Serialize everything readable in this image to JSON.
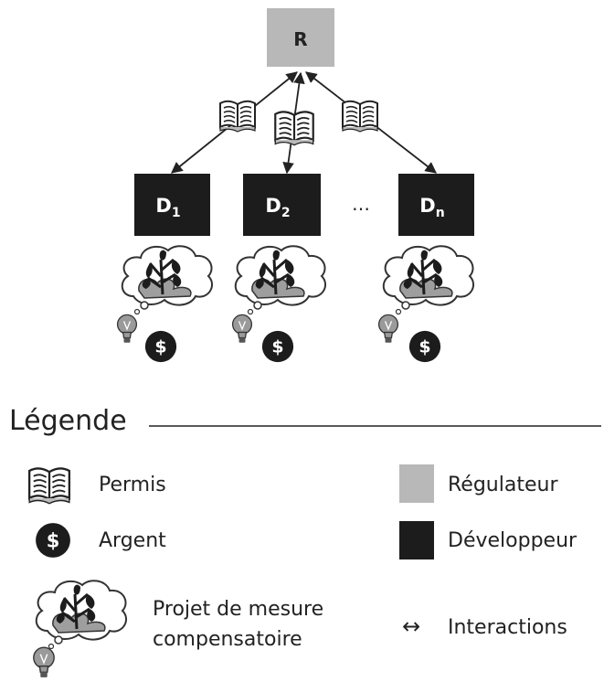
{
  "regulator": {
    "label": "R",
    "color": "#b8b8b8"
  },
  "developers": [
    {
      "label": "D",
      "sub": "1"
    },
    {
      "label": "D",
      "sub": "2"
    },
    {
      "label": "D",
      "sub": "n"
    }
  ],
  "ellipsis": "…",
  "developer_color": "#1c1c1c",
  "legend": {
    "title": "Légende",
    "items": {
      "permit": "Permis",
      "money": "Argent",
      "project_line1": "Projet de mesure",
      "project_line2": "compensatoire",
      "regulator": "Régulateur",
      "developer": "Développeur",
      "interactions_symbol": "↔",
      "interactions": "Interactions"
    }
  },
  "icons": {
    "permit": "open-book-icon",
    "money": "dollar-coin-icon",
    "project": "plant-cloud-icon",
    "idea": "lightbulb-icon"
  }
}
